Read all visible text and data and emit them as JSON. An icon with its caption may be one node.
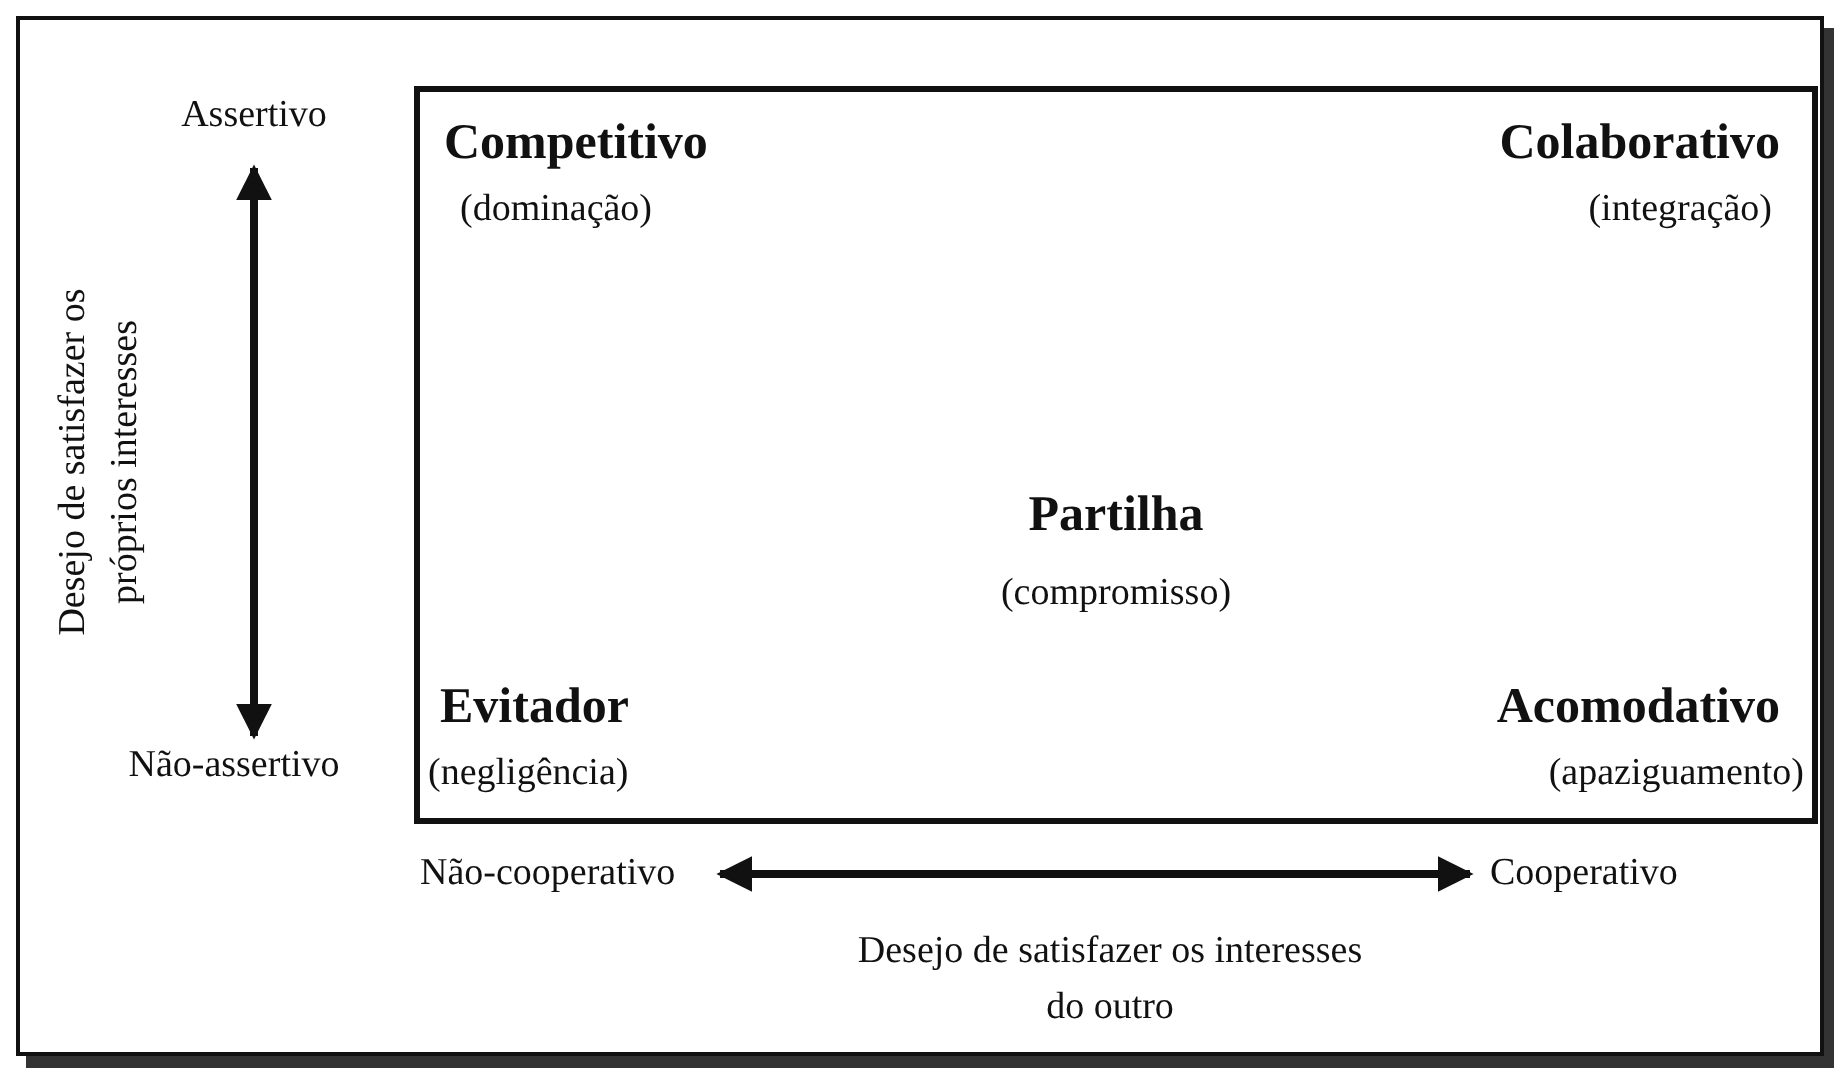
{
  "diagram": {
    "nodes": [
      {
        "text": [
          "Competitivo",
          "(dominação)",
          "Colaborativo",
          "(integração)",
          "Partilha",
          "(compromisso)",
          "Evitador",
          "(negligência)",
          "Acomodativo",
          "(apaziguamento)"
        ]
      }
    ],
    "edges": [],
    "labels": [
      "Assertivo",
      "Desejo de satisfazer os próprios interesses",
      "Não-assertivo",
      "Não-cooperativo",
      "Cooperativo",
      "Desejo de satisfazer os interesses do outro"
    ]
  }
}
